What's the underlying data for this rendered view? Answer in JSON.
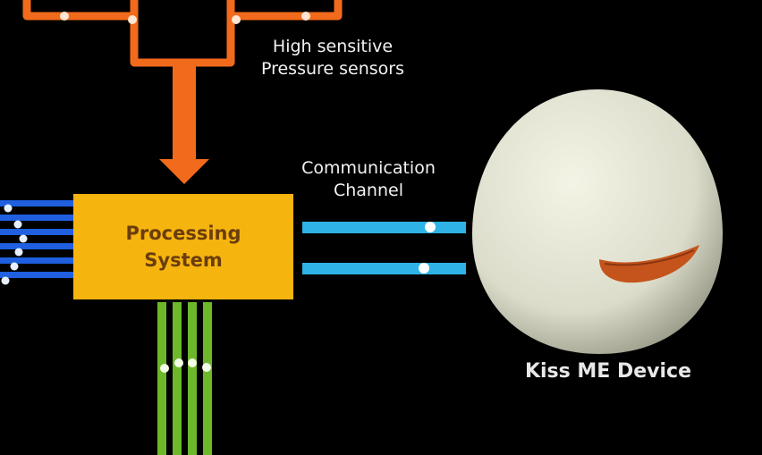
{
  "sensors": {
    "label_line1": "High sensitive",
    "label_line2": "Pressure sensors",
    "color": "#f26a1b"
  },
  "channel": {
    "label_line1": "Communication",
    "label_line2": "Channel",
    "color": "#2fb2e6"
  },
  "processing": {
    "label_line1": "Processing",
    "label_line2": "System",
    "color": "#f6b40f",
    "text_color": "#6a3d0b"
  },
  "device": {
    "label": "Kiss ME Device",
    "color": "#dcdccb",
    "lip_color": "#c4541c"
  },
  "input_lines": {
    "color": "#1f5fe0"
  },
  "output_lines": {
    "color": "#6db82a"
  },
  "background": "#000000"
}
